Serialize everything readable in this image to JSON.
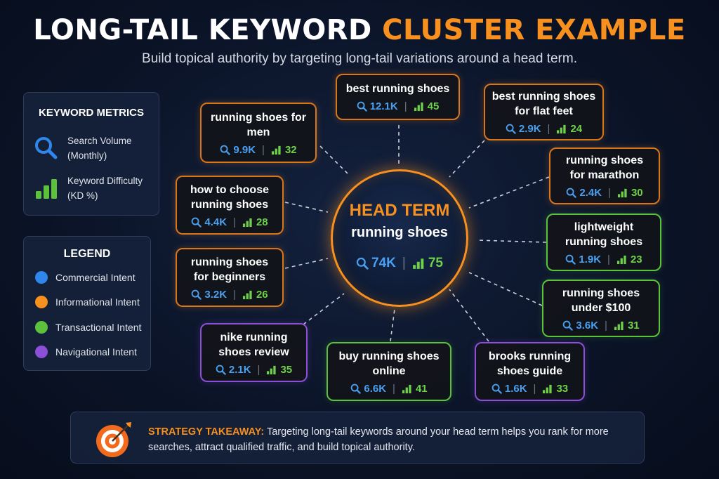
{
  "title": {
    "part1": "LONG-TAIL KEYWORD ",
    "part2": "CLUSTER EXAMPLE"
  },
  "subtitle": "Build topical authority by targeting long-tail variations around a head term.",
  "metrics_panel": {
    "title": "KEYWORD METRICS",
    "search_volume": {
      "line1": "Search Volume",
      "line2": "(Monthly)",
      "icon": "search-icon"
    },
    "keyword_difficulty": {
      "line1": "Keyword Difficulty",
      "line2": "(KD %)",
      "icon": "bar-chart-icon"
    }
  },
  "legend": {
    "title": "LEGEND",
    "items": [
      {
        "label": "Commercial Intent",
        "color": "#2f86eb"
      },
      {
        "label": "Informational Intent",
        "color": "#f7901e"
      },
      {
        "label": "Transactional Intent",
        "color": "#5cc23c"
      },
      {
        "label": "Navigational Intent",
        "color": "#8b4fd8"
      }
    ]
  },
  "head": {
    "label": "HEAD TERM",
    "keyword": "running shoes",
    "volume": "74K",
    "kd": "75"
  },
  "nodes": [
    {
      "line1": "best running shoes",
      "line2": "",
      "volume": "12.1K",
      "kd": "45"
    },
    {
      "line1": "running shoes for",
      "line2": "men",
      "volume": "9.9K",
      "kd": "32"
    },
    {
      "line1": "best running shoes",
      "line2": "for flat feet",
      "volume": "2.9K",
      "kd": "24"
    },
    {
      "line1": "running shoes",
      "line2": "for marathon",
      "volume": "2.4K",
      "kd": "30"
    },
    {
      "line1": "how to choose",
      "line2": "running shoes",
      "volume": "4.4K",
      "kd": "28"
    },
    {
      "line1": "lightweight",
      "line2": "running shoes",
      "volume": "1.9K",
      "kd": "23"
    },
    {
      "line1": "running shoes",
      "line2": "for beginners",
      "volume": "3.2K",
      "kd": "26"
    },
    {
      "line1": "running shoes",
      "line2": "under $100",
      "volume": "3.6K",
      "kd": "31"
    },
    {
      "line1": "nike running",
      "line2": "shoes review",
      "volume": "2.1K",
      "kd": "35"
    },
    {
      "line1": "buy running shoes",
      "line2": "online",
      "volume": "6.6K",
      "kd": "41"
    },
    {
      "line1": "brooks running",
      "line2": "shoes guide",
      "volume": "1.6K",
      "kd": "33"
    }
  ],
  "takeaway": {
    "label": "STRATEGY TAKEAWAY:",
    "text": " Targeting long-tail keywords around your head term helps you rank for more searches, attract qualified traffic, and build topical authority."
  }
}
